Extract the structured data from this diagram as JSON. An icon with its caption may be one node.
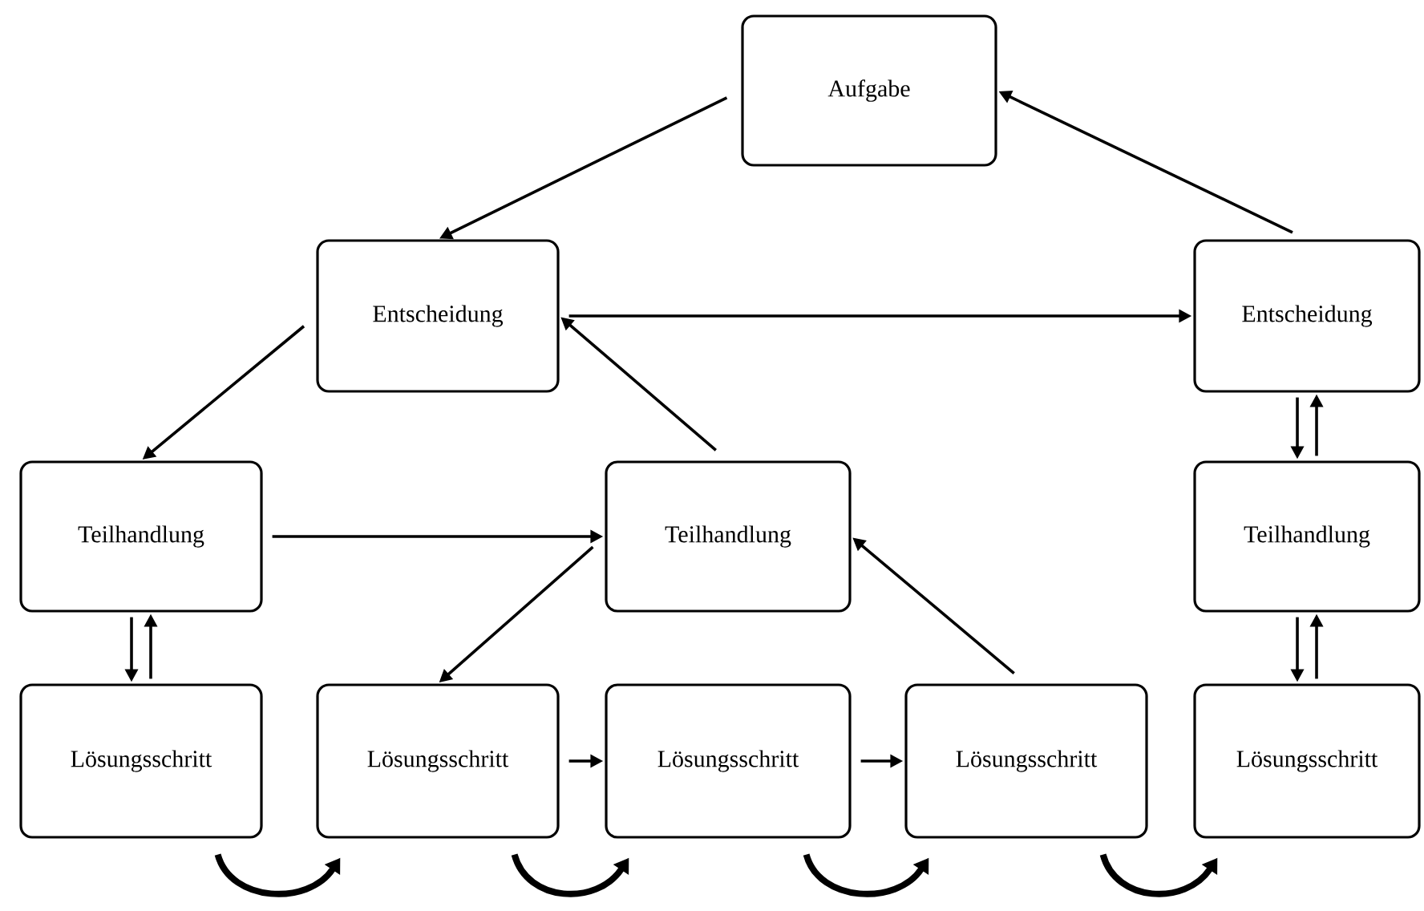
{
  "diagram": {
    "nodes": [
      {
        "text": [
          "Aufgabe"
        ]
      },
      {
        "text": [
          "Entscheidung"
        ]
      },
      {
        "text": [
          "Entscheidung"
        ]
      },
      {
        "text": [
          "Teilhandlung"
        ]
      },
      {
        "text": [
          "Teilhandlung"
        ]
      },
      {
        "text": [
          "Teilhandlung"
        ]
      },
      {
        "text": [
          "Lösungsschritt"
        ]
      },
      {
        "text": [
          "Lösungsschritt"
        ]
      },
      {
        "text": [
          "Lösungsschritt"
        ]
      },
      {
        "text": [
          "Lösungsschritt"
        ]
      },
      {
        "text": [
          "Lösungsschritt"
        ]
      }
    ],
    "edges": [
      {
        "from": 0,
        "to": 1,
        "arrow": "to"
      },
      {
        "from": 2,
        "to": 0,
        "arrow": "to"
      },
      {
        "from": 1,
        "to": 2,
        "arrow": "to"
      },
      {
        "from": 1,
        "to": 3,
        "arrow": "to"
      },
      {
        "from": 4,
        "to": 1,
        "arrow": "to"
      },
      {
        "from": 3,
        "to": 4,
        "arrow": "to"
      },
      {
        "from": 4,
        "to": 7,
        "arrow": "to"
      },
      {
        "from": 9,
        "to": 4,
        "arrow": "to"
      },
      {
        "from": 2,
        "to": 5,
        "arrow": "to"
      },
      {
        "from": 5,
        "to": 2,
        "arrow": "to"
      },
      {
        "from": 3,
        "to": 6,
        "arrow": "to"
      },
      {
        "from": 6,
        "to": 3,
        "arrow": "to"
      },
      {
        "from": 5,
        "to": 10,
        "arrow": "to"
      },
      {
        "from": 10,
        "to": 5,
        "arrow": "to"
      },
      {
        "from": 7,
        "to": 8,
        "arrow": "to"
      },
      {
        "from": 8,
        "to": 9,
        "arrow": "to"
      },
      {
        "from": 6,
        "to": 7,
        "arrow": "to",
        "style": "thick"
      },
      {
        "from": 7,
        "to": 8,
        "arrow": "to",
        "style": "thick"
      },
      {
        "from": 8,
        "to": 9,
        "arrow": "to",
        "style": "thick"
      },
      {
        "from": 9,
        "to": 10,
        "arrow": "to",
        "style": "thick"
      }
    ]
  }
}
